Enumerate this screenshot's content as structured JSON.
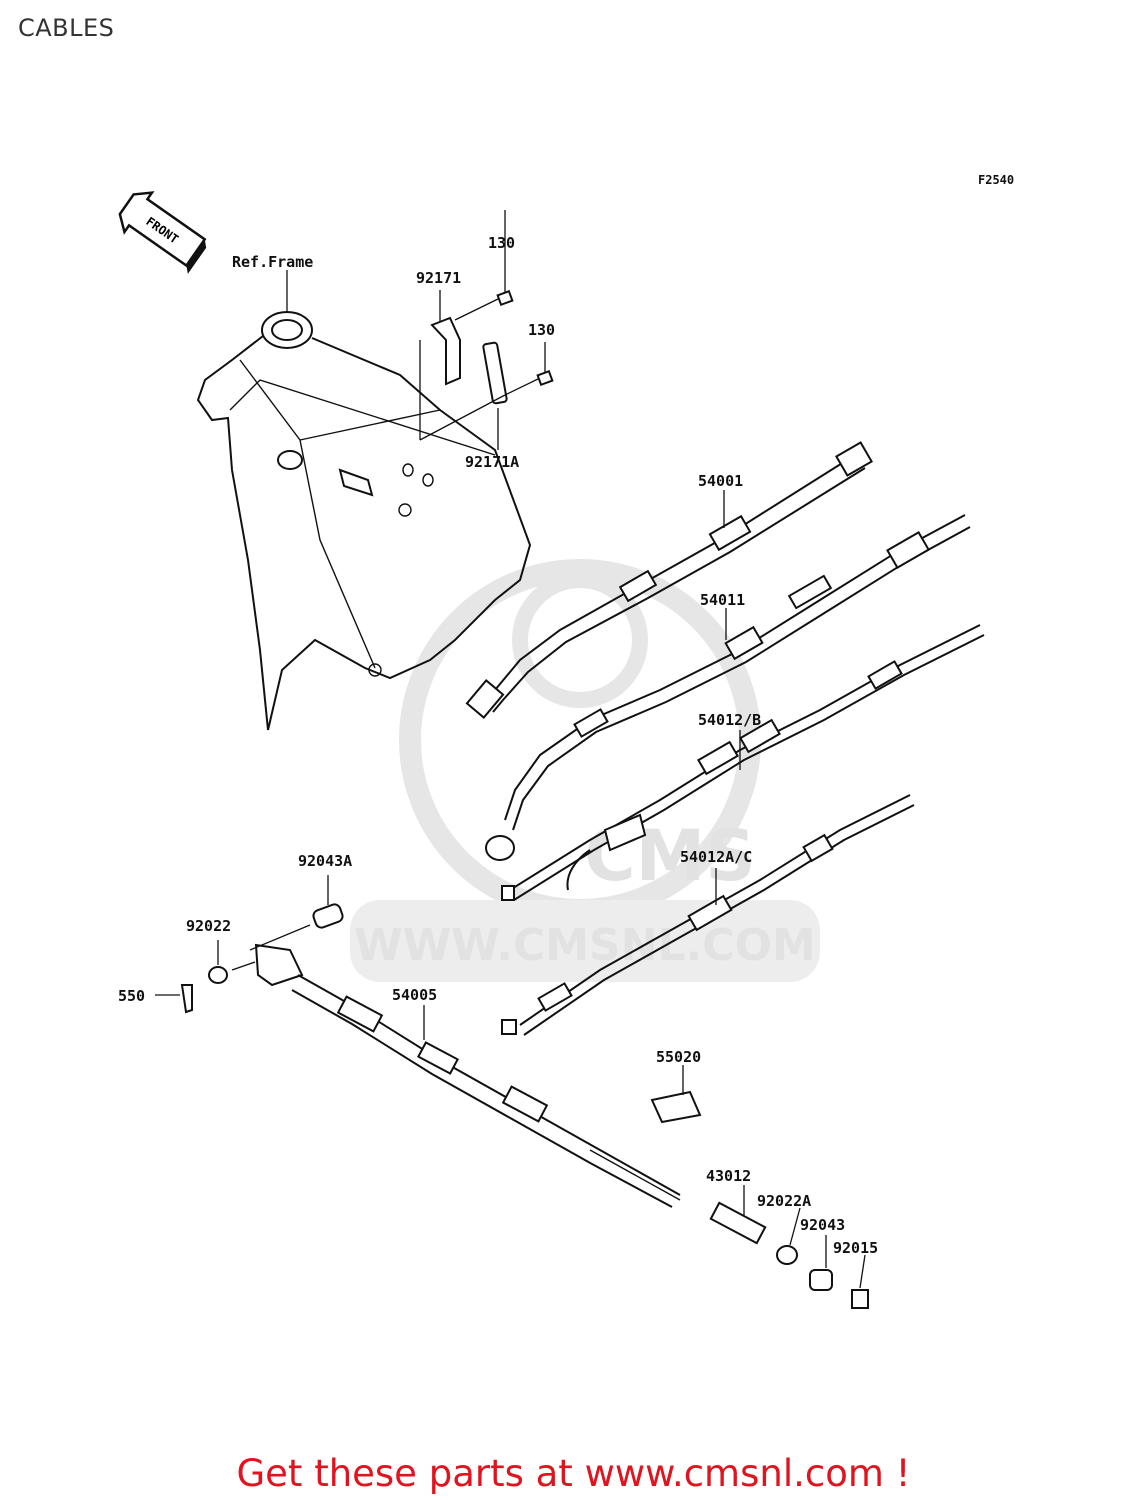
{
  "page": {
    "title": "CABLES"
  },
  "figure": {
    "code": "F2540",
    "front_label": "FRONT",
    "watermark": "WWW.CMSNL.COM",
    "watermark_logo_text": "CMS"
  },
  "callouts": {
    "ref_frame": "Ref.Frame",
    "p130a": "130",
    "p92171": "92171",
    "p130b": "130",
    "p92171A": "92171A",
    "p54001": "54001",
    "p54011": "54011",
    "p54012B": "54012/B",
    "p54012AC": "54012A/C",
    "p92043A": "92043A",
    "p92022": "92022",
    "p550": "550",
    "p54005": "54005",
    "p55020": "55020",
    "p43012": "43012",
    "p92022A": "92022A",
    "p92043": "92043",
    "p92015": "92015"
  },
  "footer": {
    "link_text": "Get these parts at www.cmsnl.com !"
  },
  "colors": {
    "footer_red": "#e0141e",
    "watermark_gray": "#e2e2e2"
  }
}
